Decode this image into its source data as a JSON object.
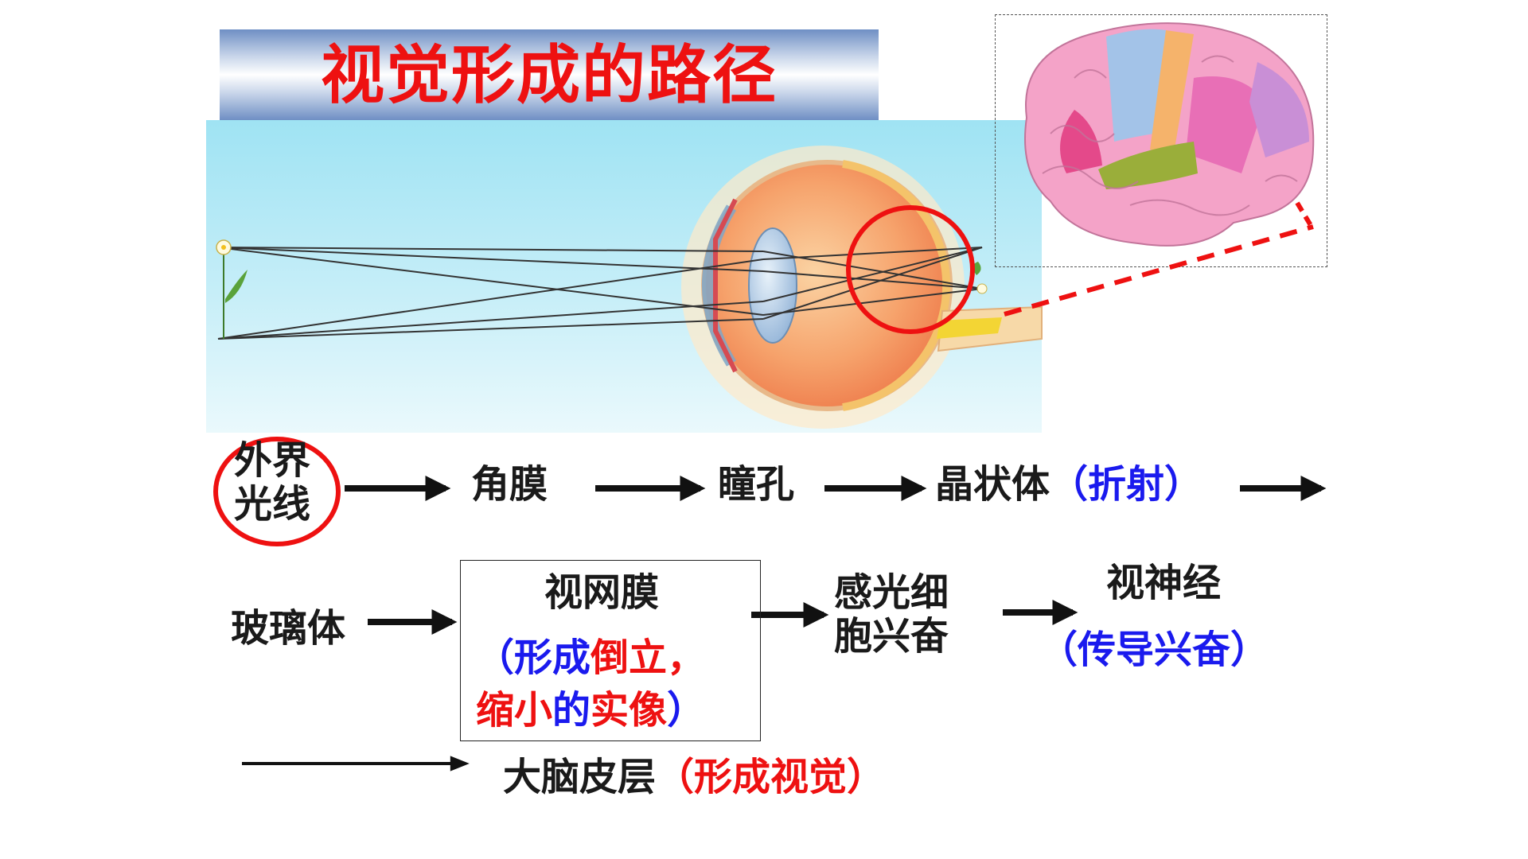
{
  "title": "视觉形成的路径",
  "colors": {
    "accent_red": "#ee1111",
    "accent_blue": "#1a1aee",
    "text": "#1a1a1a"
  },
  "flow": {
    "step1_line1": "外界",
    "step1_line2": "光线",
    "step2": "角膜",
    "step3": "瞳孔",
    "step4": "晶状体",
    "step4_note": "（折射）",
    "step5": "玻璃体",
    "step6": "视网膜",
    "step6_note_1": "（形成",
    "step6_note_2": "倒立，",
    "step6_note_3": "缩小",
    "step6_note_4": "的",
    "step6_note_5": "实像",
    "step6_note_6": "）",
    "step7_line1": "感光细",
    "step7_line2": "胞兴奋",
    "step8": "视神经",
    "step8_note": "（传导兴奋）",
    "step9": "大脑皮层",
    "step9_note": "（形成视觉）"
  }
}
